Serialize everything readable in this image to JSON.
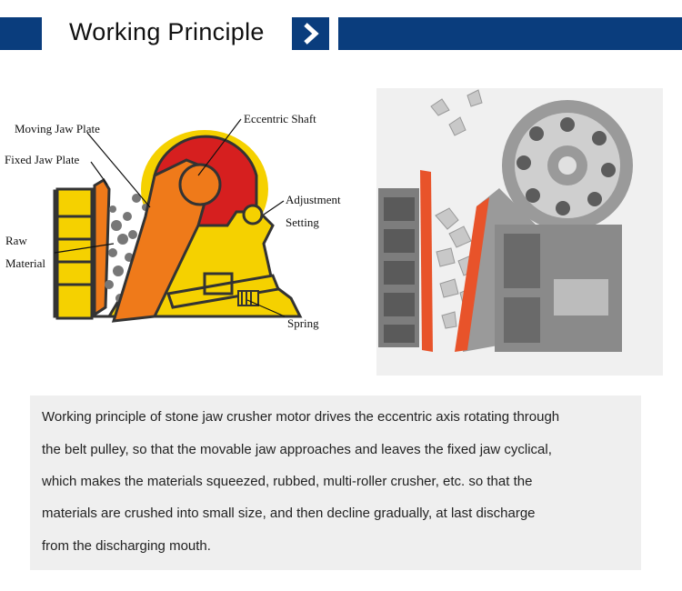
{
  "header": {
    "title": "Working Principle",
    "accent_color": "#0a3d7d",
    "arrow_icon": "chevron-right-icon"
  },
  "diagram": {
    "labels": {
      "moving_jaw_plate": "Moving Jaw Plate",
      "eccentric_shaft": "Eccentric Shaft",
      "fixed_jaw_plate": "Fixed Jaw Plate",
      "adjustment": "Adjustment",
      "setting": "Setting",
      "raw": "Raw",
      "material": "Material",
      "spring": "Spring"
    },
    "colors": {
      "body": "#f5d100",
      "jaw": "#ef7a1a",
      "shaft_ring": "#d61f1f",
      "outline": "#333333"
    }
  },
  "description": {
    "lines": [
      "Working principle of stone jaw crusher motor drives the eccentric axis rotating through",
      "the belt pulley, so that the movable jaw approaches and leaves the fixed jaw cyclical,",
      "which makes the materials squeezed, rubbed, multi-roller crusher, etc. so that the",
      "materials are crushed into small  size, and then decline gradually, at last discharge",
      " from the discharging mouth."
    ]
  }
}
